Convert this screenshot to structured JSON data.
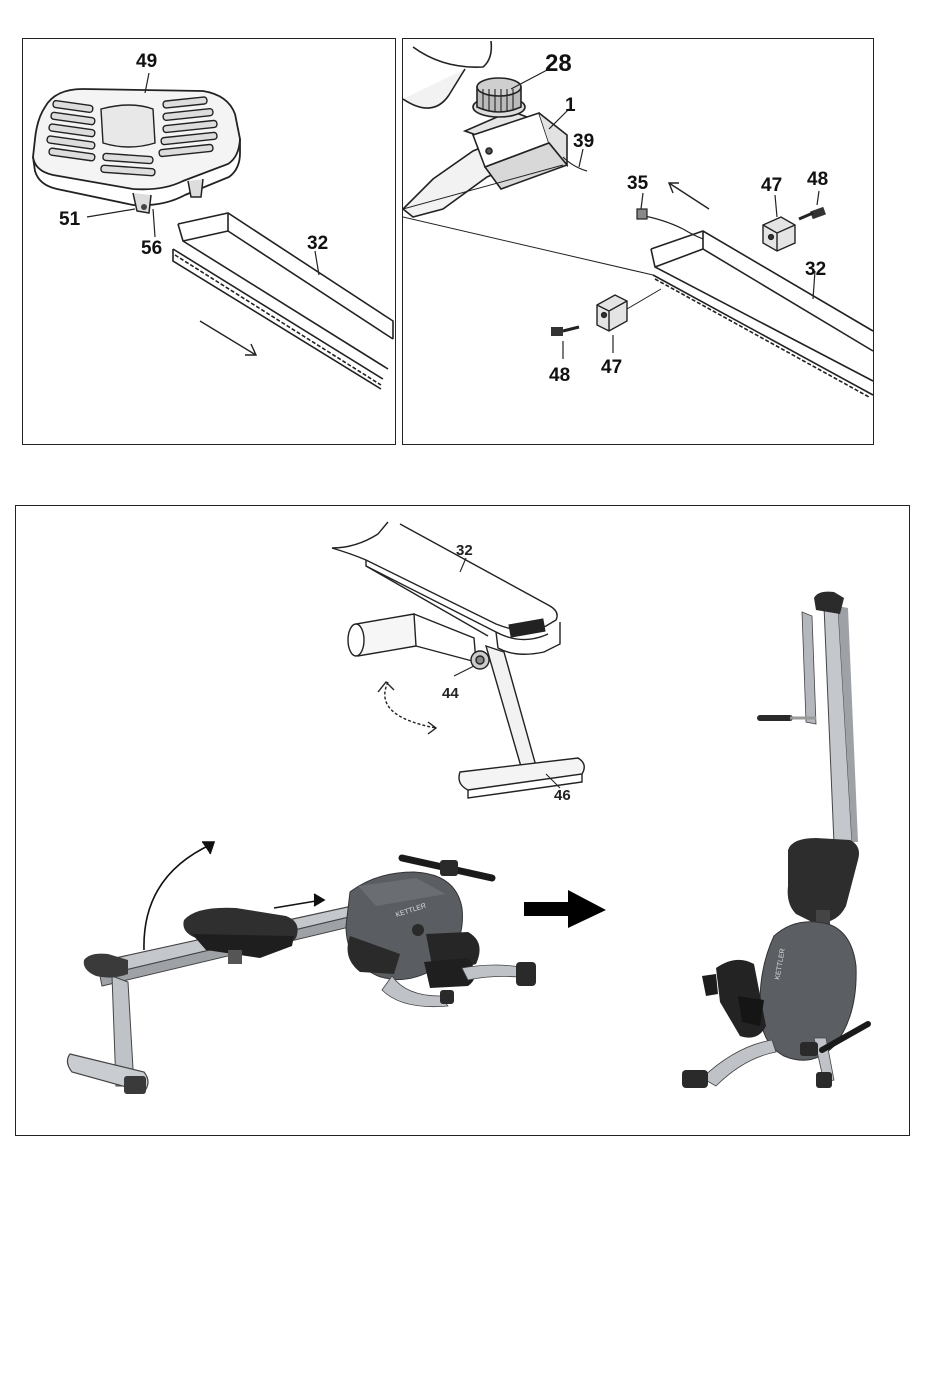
{
  "panel_top_left": {
    "labels": {
      "seat": "49",
      "bolt": "51",
      "bracket": "56",
      "rail": "32"
    }
  },
  "panel_top_right": {
    "labels": {
      "knob": "28",
      "frame": "1",
      "cable": "39",
      "sensor_wire": "35",
      "end_cap_top": "47",
      "screw_top": "48",
      "rail": "32",
      "screw_bottom": "48",
      "end_cap_bottom": "47"
    }
  },
  "panel_bottom": {
    "labels": {
      "rail": "32",
      "pivot": "44",
      "foot": "46"
    },
    "brand_text": "KETTLER"
  },
  "colors": {
    "line": "#222222",
    "frame_metal": "#b9bcc0",
    "dark_part": "#3a3a3a",
    "arrow": "#111111"
  }
}
